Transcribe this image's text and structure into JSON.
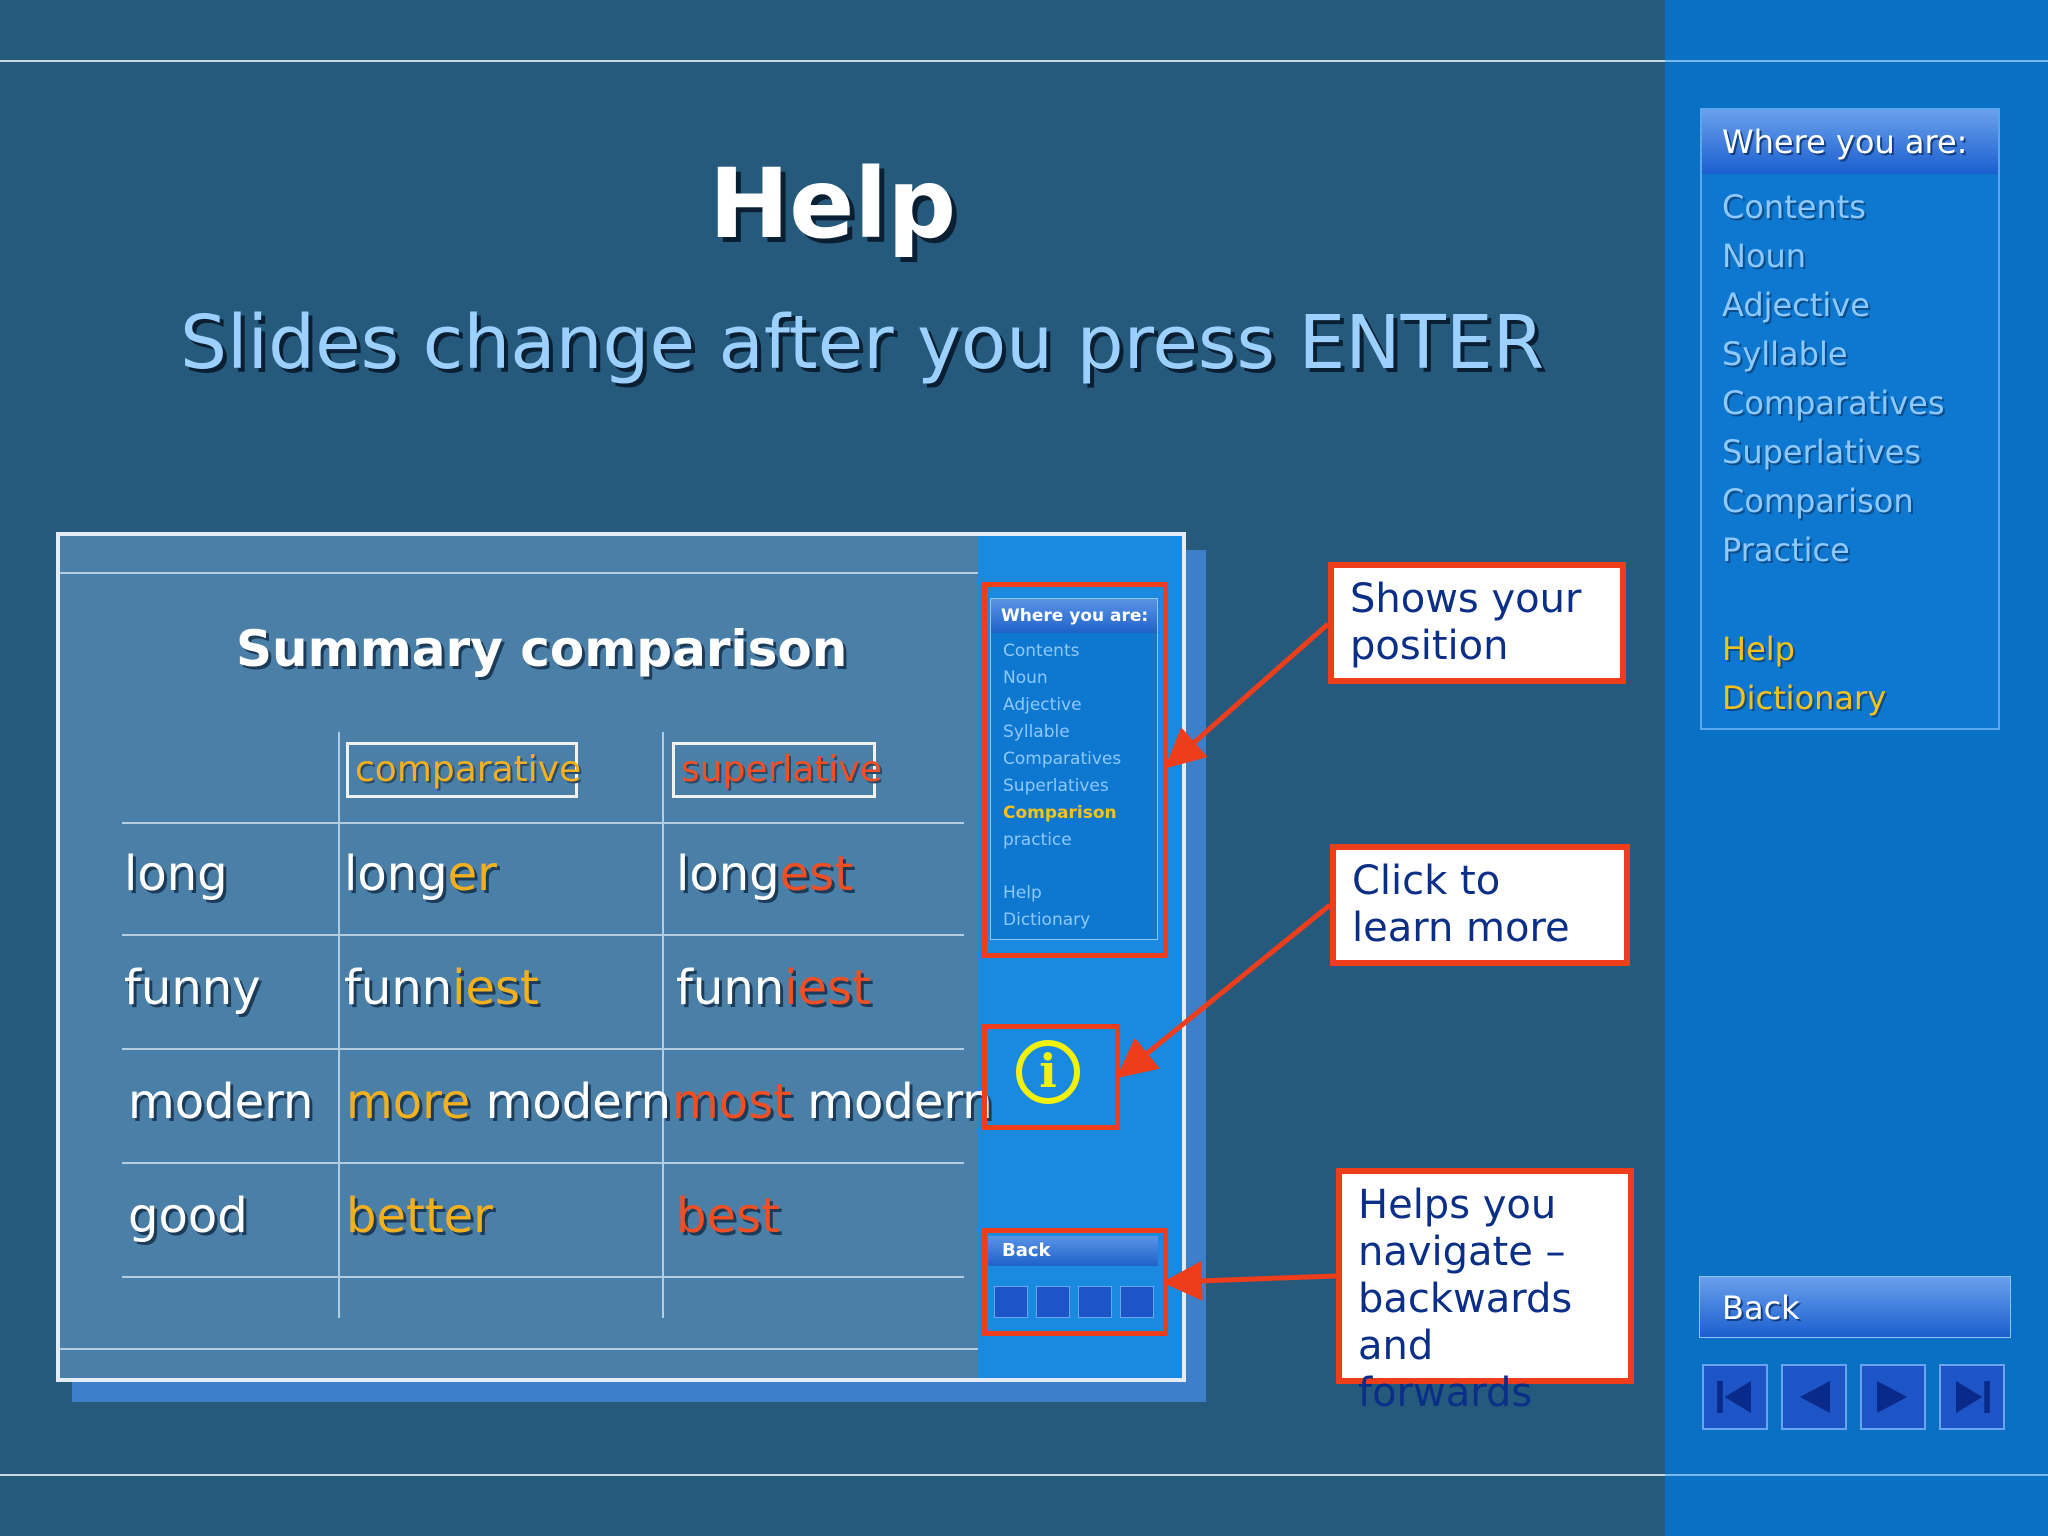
{
  "slide": {
    "title": "Help",
    "subtitle": "Slides change after you press ENTER"
  },
  "thumbnail": {
    "title": "Summary comparison",
    "headers": {
      "comparative": "comparative",
      "superlative": "superlative"
    },
    "rows": [
      {
        "base": "long",
        "comp_stem": "long",
        "comp_suffix": "er",
        "sup_stem": "long",
        "sup_suffix": "est"
      },
      {
        "base": "funny",
        "comp_stem": "funn",
        "comp_suffix": "iest",
        "sup_stem": "funn",
        "sup_suffix": "iest"
      },
      {
        "base": "modern",
        "comp_prefix": "more",
        "comp_stem": "modern",
        "sup_prefix": "most",
        "sup_stem": "modern"
      },
      {
        "base": "good",
        "comp": "better",
        "sup": "best"
      }
    ],
    "mini_nav": {
      "header": "Where you are:",
      "items": [
        "Contents",
        "Noun",
        "Adjective",
        "Syllable",
        "Comparatives",
        "Superlatives",
        "Comparison",
        "practice",
        "Help",
        "Dictionary"
      ],
      "active": "Comparison"
    },
    "mini_back": "Back",
    "info_icon": "info-icon"
  },
  "callouts": {
    "position": "Shows your position",
    "learn_more": "Click to learn more",
    "navigate": "Helps you navigate – backwards and forwards"
  },
  "sidebar": {
    "header": "Where you are:",
    "items": [
      {
        "label": "Contents"
      },
      {
        "label": "Noun"
      },
      {
        "label": "Adjective"
      },
      {
        "label": "Syllable"
      },
      {
        "label": "Comparatives"
      },
      {
        "label": "Superlatives"
      },
      {
        "label": "Comparison"
      },
      {
        "label": "Practice"
      },
      {
        "label": "Help"
      },
      {
        "label": "Dictionary"
      }
    ],
    "back_label": "Back",
    "nav_buttons": [
      "first-icon",
      "previous-icon",
      "next-icon",
      "last-icon"
    ]
  },
  "colors": {
    "background": "#265a7c",
    "right_panel": "#0a70c4",
    "accent_gold": "#f5c21c",
    "accent_red": "#ee3d1b",
    "link_blue": "#8ec8ff"
  }
}
